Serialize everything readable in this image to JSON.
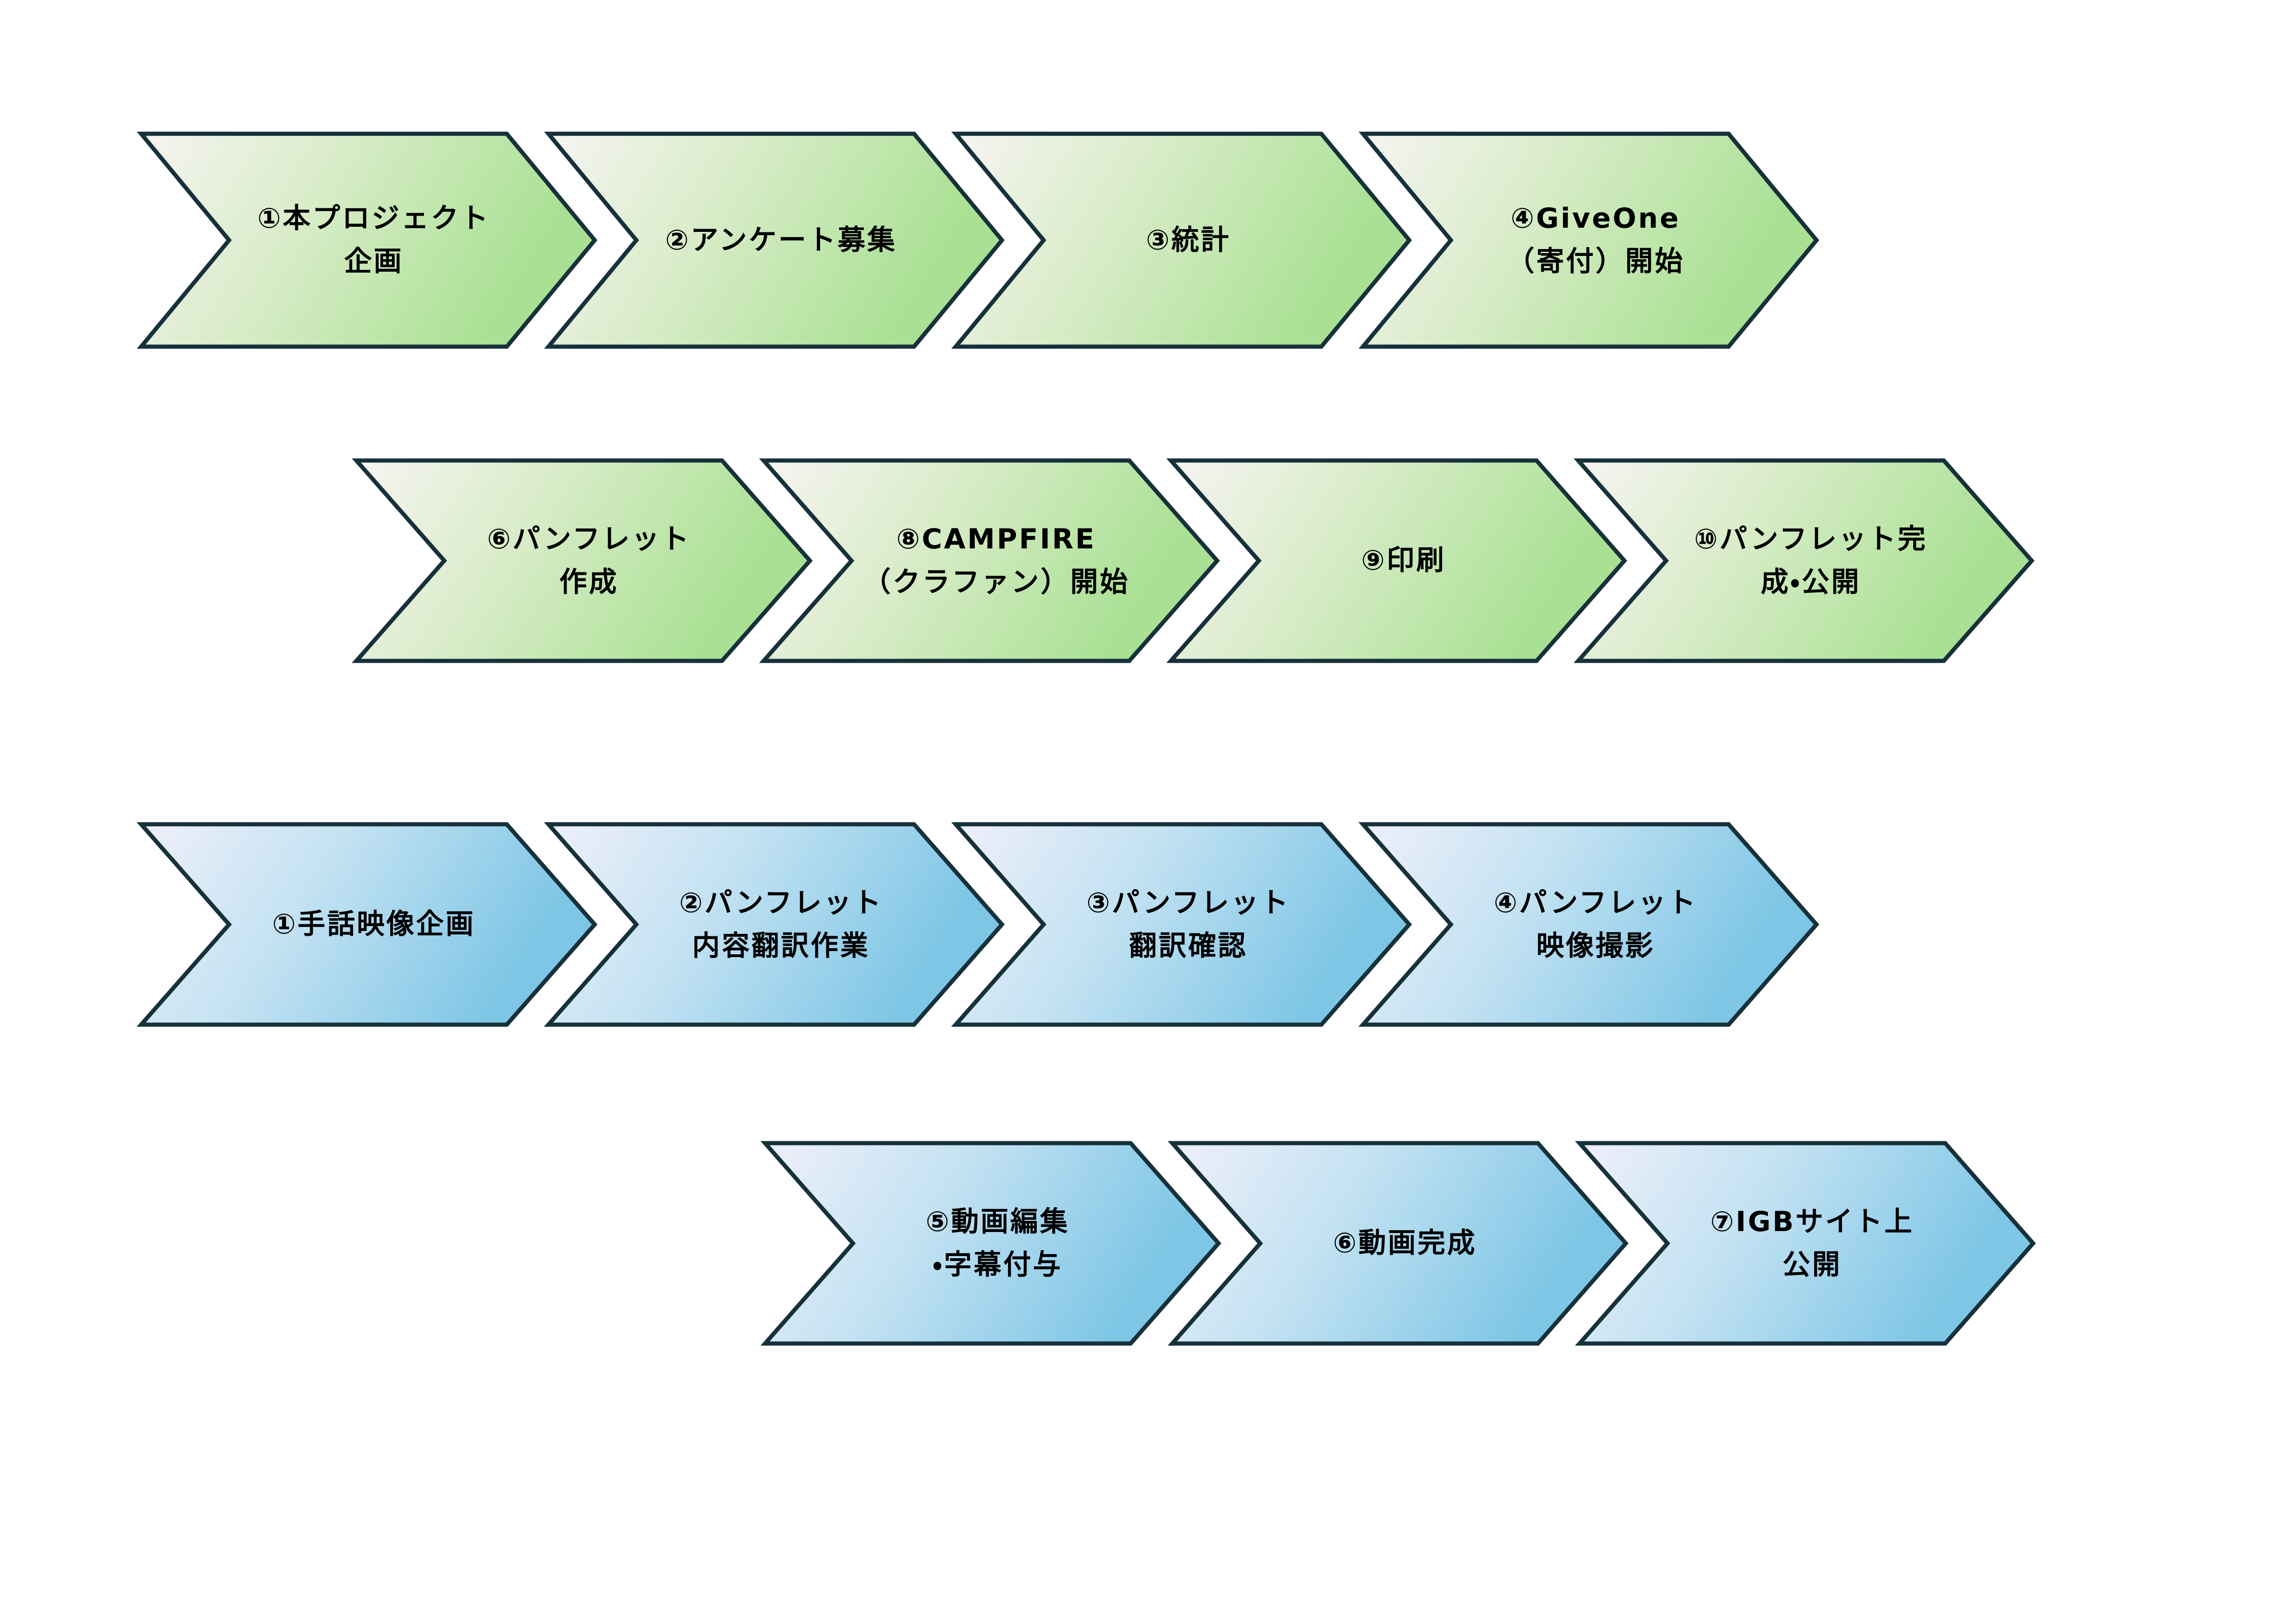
{
  "diagram": {
    "background": "#ffffff",
    "outline_color": "#17313b",
    "text_color": "#000000",
    "themes": {
      "green": {
        "from": "#f7f4f2",
        "mid": "#d8ecc8",
        "to": "#a9e093"
      },
      "blue": {
        "from": "#eff0fa",
        "mid": "#c3e2f2",
        "to": "#7ec6e6"
      }
    },
    "rows": [
      {
        "name": "green-flow-row-1",
        "theme": "green",
        "steps": [
          {
            "lines": [
              "①本プロジェクト",
              "企画"
            ]
          },
          {
            "lines": [
              "②アンケート募集"
            ]
          },
          {
            "lines": [
              "③統計"
            ]
          },
          {
            "lines": [
              "④GiveOne",
              "（寄付）開始"
            ]
          }
        ]
      },
      {
        "name": "green-flow-row-2",
        "theme": "green",
        "steps": [
          {
            "lines": [
              "⑥パンフレット",
              "作成"
            ]
          },
          {
            "lines": [
              "⑧CAMPFIRE",
              "（クラファン）開始"
            ]
          },
          {
            "lines": [
              "⑨印刷"
            ]
          },
          {
            "lines": [
              "⑩パンフレット完",
              "成・公開"
            ]
          }
        ]
      },
      {
        "name": "blue-flow-row-1",
        "theme": "blue",
        "steps": [
          {
            "lines": [
              "①手話映像企画"
            ]
          },
          {
            "lines": [
              "②パンフレット",
              "内容翻訳作業"
            ]
          },
          {
            "lines": [
              "③パンフレット",
              "翻訳確認"
            ]
          },
          {
            "lines": [
              "④パンフレット",
              "映像撮影"
            ]
          }
        ]
      },
      {
        "name": "blue-flow-row-2",
        "theme": "blue",
        "steps": [
          {
            "lines": [
              "⑤動画編集",
              "・字幕付与"
            ]
          },
          {
            "lines": [
              "⑥動画完成"
            ]
          },
          {
            "lines": [
              "⑦IGBサイト上",
              "公開"
            ]
          }
        ]
      }
    ]
  }
}
